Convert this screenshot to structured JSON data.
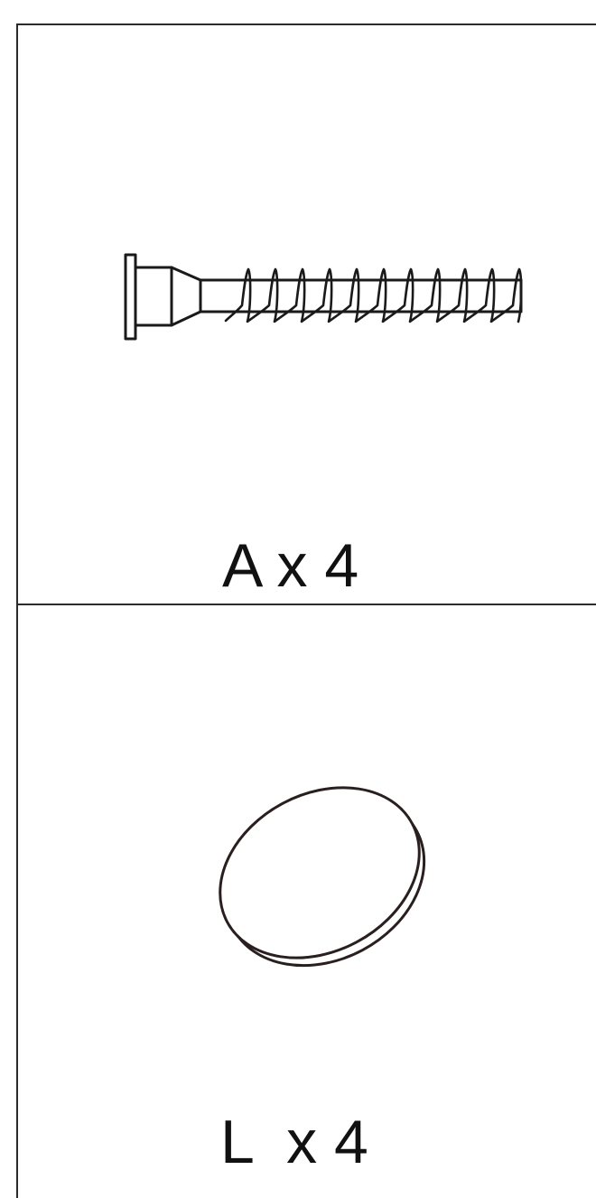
{
  "parts": [
    {
      "id": "A",
      "label": "A x 4",
      "icon": "cam-dowel-screw-icon"
    },
    {
      "id": "L",
      "label": "L  x 4",
      "icon": "cover-cap-disc-icon"
    }
  ],
  "colors": {
    "line": "#2b2b2b",
    "text": "#111111",
    "background": "#ffffff"
  }
}
